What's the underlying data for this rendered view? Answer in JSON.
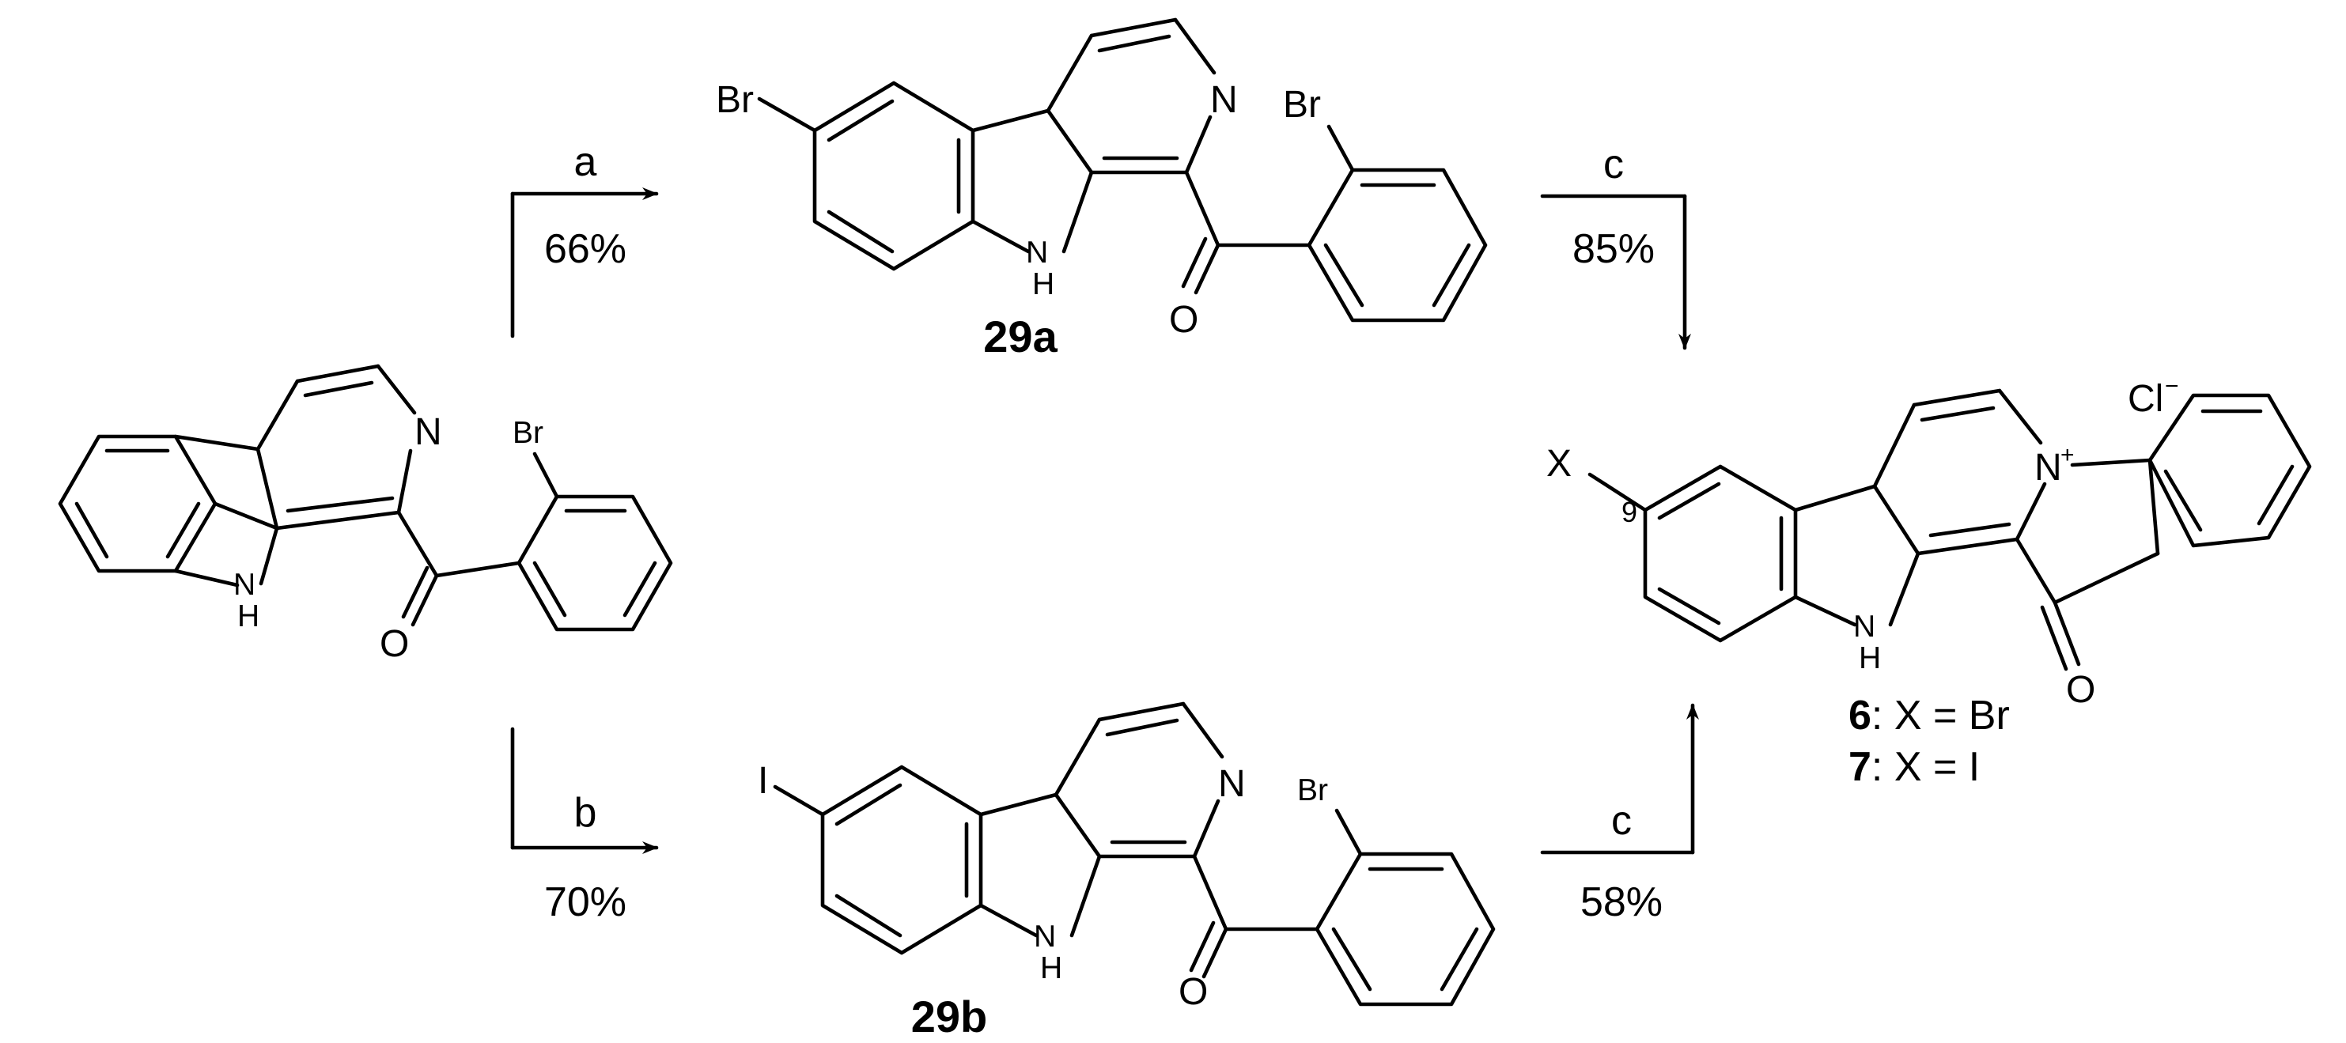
{
  "steps": {
    "a": {
      "reagent": "a",
      "yield": "66%"
    },
    "b": {
      "reagent": "b",
      "yield": "70%"
    },
    "c_top": {
      "reagent": "c",
      "yield": "85%"
    },
    "c_bottom": {
      "reagent": "c",
      "yield": "58%"
    }
  },
  "compounds": {
    "start": {
      "label": ""
    },
    "c29a": {
      "label": "29a"
    },
    "c29b": {
      "label": "29b"
    },
    "product": {
      "label": ""
    }
  },
  "atoms": {
    "N": "N",
    "NH_N": "N",
    "NH_H": "H",
    "O": "O",
    "Br": "Br",
    "I": "I",
    "X": "X",
    "pos9": "9",
    "plus": "+",
    "Cl": "Cl",
    "minus": "−"
  },
  "legend": {
    "line1": {
      "num": "6",
      "text": ": X = Br"
    },
    "line2": {
      "num": "7",
      "text": ": X = I"
    }
  }
}
